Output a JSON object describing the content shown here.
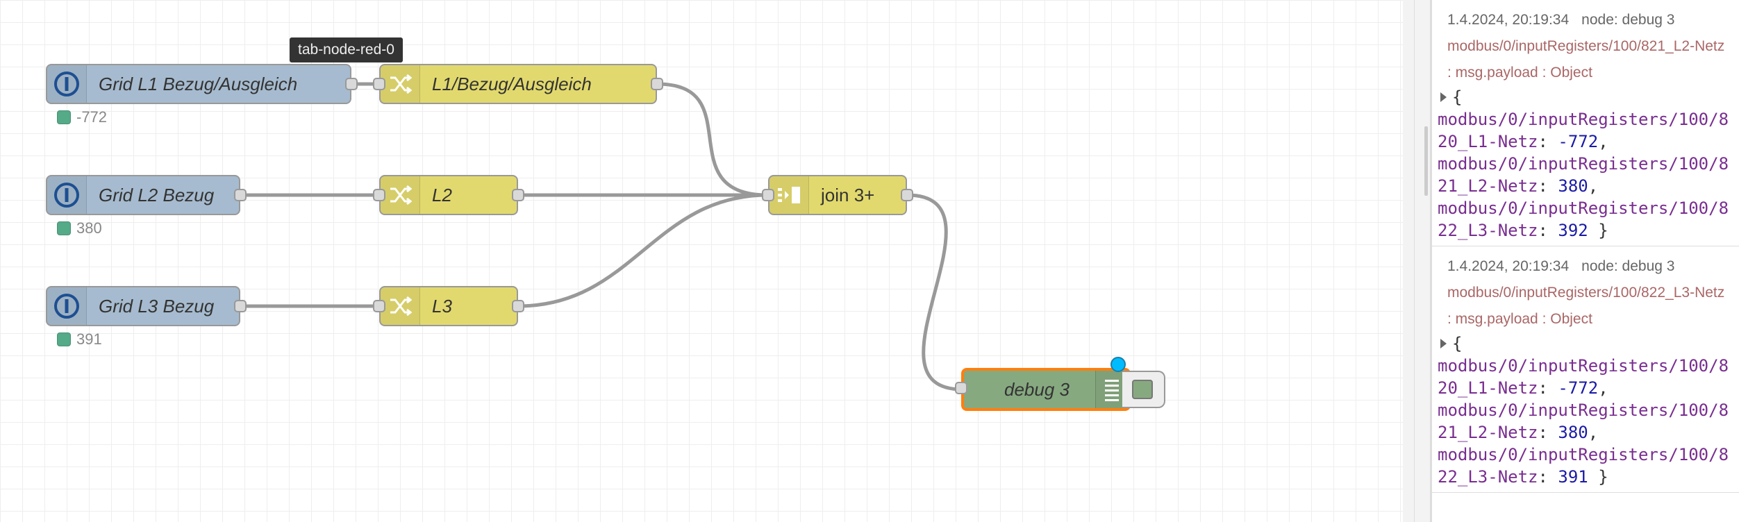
{
  "workspace": {
    "tooltip": "tab-node-red-0",
    "nodes": {
      "grid_l1": {
        "label": "Grid L1 Bezug/Ausgleich",
        "status": "-772"
      },
      "grid_l2": {
        "label": "Grid L2 Bezug",
        "status": "380"
      },
      "grid_l3": {
        "label": "Grid L3 Bezug",
        "status": "391"
      },
      "change_l1": {
        "label": "L1/Bezug/Ausgleich"
      },
      "change_l2": {
        "label": "L2"
      },
      "change_l3": {
        "label": "L3"
      },
      "join": {
        "label": "join 3+"
      },
      "debug": {
        "label": "debug 3"
      }
    },
    "colors": {
      "ioin_node": "#a6bbcf",
      "change_node": "#e2d96e",
      "debug_node": "#87a980",
      "selected_outline": "#ff7f0e",
      "changed_indicator": "#00bcff",
      "status_dot": "#55aa88"
    }
  },
  "sidebar": {
    "messages": [
      {
        "time": "1.4.2024, 20:19:34",
        "node": "node: debug 3",
        "topic": "modbus/0/inputRegisters/100/821_L2-Netz : msg.payload : Object",
        "open": "{",
        "lines": [
          {
            "key": "modbus/0/inputRegisters/100/820_L1-Netz",
            "value": "-772",
            "end": ","
          },
          {
            "key": "modbus/0/inputRegisters/100/821_L2-Netz",
            "value": "380",
            "end": ","
          },
          {
            "key": "modbus/0/inputRegisters/100/822_L3-Netz",
            "value": "392",
            "end": " }"
          }
        ]
      },
      {
        "time": "1.4.2024, 20:19:34",
        "node": "node: debug 3",
        "topic": "modbus/0/inputRegisters/100/822_L3-Netz : msg.payload : Object",
        "open": "{",
        "lines": [
          {
            "key": "modbus/0/inputRegisters/100/820_L1-Netz",
            "value": "-772",
            "end": ","
          },
          {
            "key": "modbus/0/inputRegisters/100/821_L2-Netz",
            "value": "380",
            "end": ","
          },
          {
            "key": "modbus/0/inputRegisters/100/822_L3-Netz",
            "value": "391",
            "end": " }"
          }
        ]
      }
    ]
  }
}
